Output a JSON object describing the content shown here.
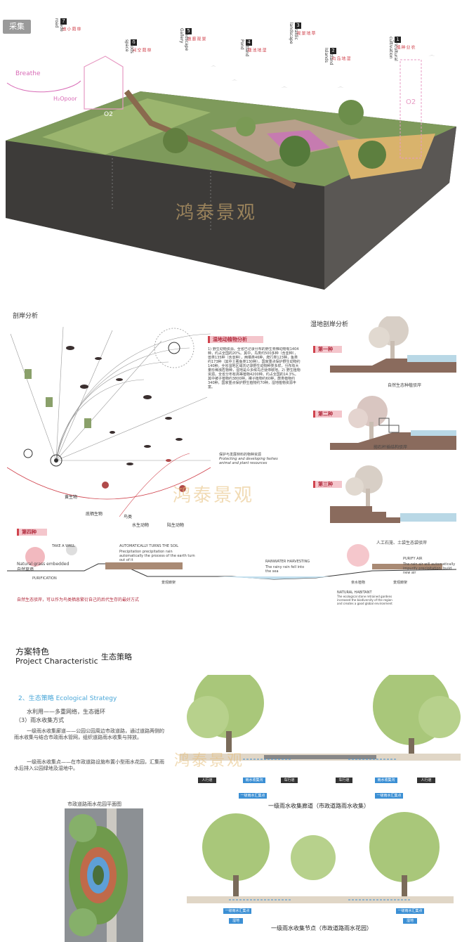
{
  "header": {
    "tag": "采集"
  },
  "aerial": {
    "markers": [
      {
        "num": "7",
        "cn": "林荫小道",
        "en": "Shade road"
      },
      {
        "num": "6",
        "cn": "林荫空间",
        "en": "Woods space"
      },
      {
        "num": "5",
        "cn": "景观廊道",
        "en": "Landscape Gallery"
      },
      {
        "num": "4",
        "cn": "湿地池塘",
        "en": "Wetland Pond"
      },
      {
        "num": "3",
        "cn": "草地景观",
        "en": "Heraldic landscape"
      },
      {
        "num": "2",
        "cn": "湿地岛屿",
        "en": "Wetland Islands"
      },
      {
        "num": "1",
        "cn": "农业种植",
        "en": "Agricultural cultivation"
      }
    ],
    "breathe": "Breathe",
    "h2o": "H₂Opoor",
    "o2_left": "O2",
    "o2_right": "O2",
    "watermark": "鸿泰景观"
  },
  "shore": {
    "title": "剖岸分析",
    "wetland_title": "湿地动植物分析",
    "wetland_para": "1) 野生动物资源。全省已记录分布的野生脊椎动物有1404种，约占全国的20%。其中，鸟类约500多种（含亚种），兽类135种（含亚种），两栖类46种，爬行类123种，鱼类约173种（其中土著鱼类130种）。国家重点保护野生动物约140种。全省湿地区域共记录野生动物种类多样，分布有大量珍稀濒危物种，湿地是众多候鸟迁徙停歇地。2) 野生植物资源。全省分布有高等植物4200种，约占全国的14.3%。其中被子植物约3800种，裸子植物约60种，蕨类植物约340种，国家重点保护野生植物约70种，湿地植物资源丰富。",
    "protect_cn": "保护与发展林料的物种资源",
    "protect_en": "Protecting and developing fashes animal and plant resources",
    "types": [
      {
        "label": "第一种",
        "caption": "自然生态种植驳岸"
      },
      {
        "label": "第二种",
        "caption": "抛石杆插结构驳岸"
      },
      {
        "label": "第三种",
        "caption": "人工石笼、土袋生态袋驳岸"
      }
    ],
    "section_title": "湿地剖岸分析",
    "arc_labels": [
      "黄生物",
      "底栖生物",
      "鸟类",
      "水生动物",
      "陆生动物"
    ],
    "fourth": {
      "label": "第四种",
      "take_wall": "TAKE A WALL",
      "auto_cn": "AUTOMATICALLY TURNS THE SOIL",
      "auto_en": "Precipitation precipitation rain automatically the process of the earth turn out of it",
      "grass_en": "Natural grass embedded",
      "grass_cn": "自然草墙",
      "purification": "PURIFICATION",
      "rain_title": "RAINWATER HARVESTING",
      "rain_text": "The rainy rain fell into the sea",
      "purify_title": "PURIFY AIR",
      "purify_text": "The rain air will automatically impurify precipitation, build new air",
      "habitat_title": "NATURAL HABITANT",
      "habitat_text": "The ecological stone retrained gardens increased the biodiversity of the region and creates a good global environment",
      "bridge1": "景观廊架",
      "bridge2": "景观廊架",
      "plant": "亲水植物",
      "bottom_note": "自然生态驳岸，可以作为鸟类栖息繁衍自己的后代生存的最好方式"
    }
  },
  "strategy": {
    "title_cn": "方案特色",
    "title_en": "Project Characteristic",
    "sub": "生态策略",
    "heading": "2、生态策略 Ecological Strategy",
    "line1": "水利用——多重网络，生态循环",
    "line2": "（3）雨水收集方式",
    "para1": "一级雨水收集廊道——公园公园周边市政道路，通过道路两侧的雨水收集与结合市政雨水管网，组织道路雨水收集与排放。",
    "para2": "一级雨水收集点——在市政道路设施布置小型雨水花园，汇集雨水后排入公园绿地及湿地中。",
    "plan_title": "市政道路雨水花园平面图",
    "diag1": {
      "labels": [
        "人行道",
        "雨水收集沟",
        "车行道",
        "车行道",
        "雨水收集沟",
        "人行道"
      ],
      "bottom": [
        "一级雨水汇集点",
        "一级雨水汇集点"
      ],
      "caption": "一级雨水收集廊道（市政道路雨水收集）"
    },
    "diag2": {
      "bottom": [
        "一级雨水汇集点",
        "一级雨水汇集点"
      ],
      "sub": [
        "湿地",
        "湿地"
      ],
      "caption": "一级雨水收集节点（市政道路雨水花园）"
    }
  },
  "colors": {
    "accent": "#d0434d",
    "pink": "#f4c6cc",
    "blue": "#3b8fd4",
    "tree": "#a9c77a"
  }
}
